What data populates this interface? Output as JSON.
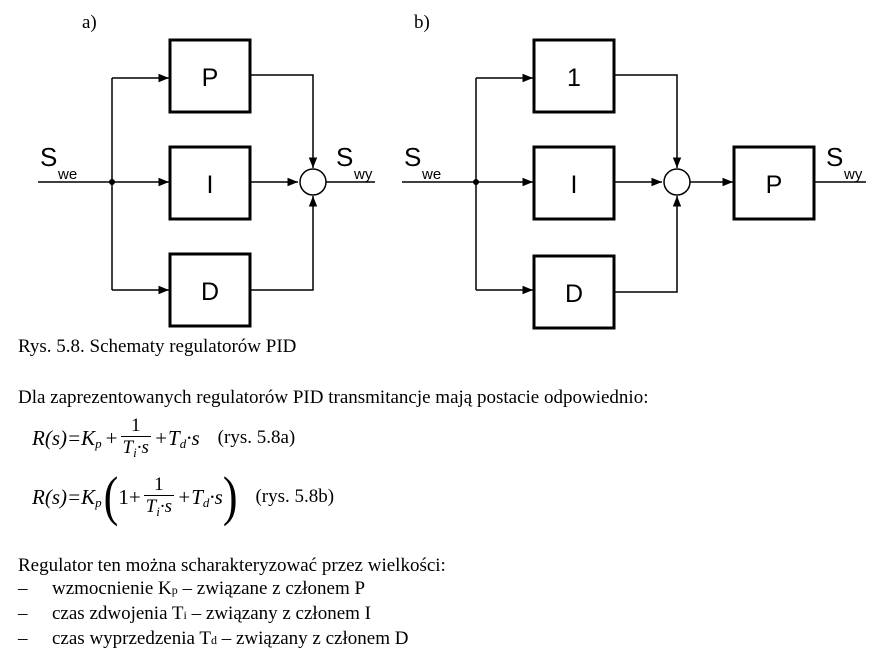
{
  "diagram_a": {
    "label": "a)",
    "input_label": "S",
    "input_sub": "we",
    "output_label": "S",
    "output_sub": "wy",
    "blocks": [
      "P",
      "I",
      "D"
    ]
  },
  "diagram_b": {
    "label": "b)",
    "input_label": "S",
    "input_sub": "we",
    "output_label": "S",
    "output_sub": "wy",
    "blocks": [
      "1",
      "I",
      "D"
    ],
    "gain_block": "P"
  },
  "caption": "Rys. 5.8. Schematy regulatorów PID",
  "intro": "Dla zaprezentowanych regulatorów PID transmitancje mają postacie odpowiednio:",
  "formula_a": {
    "lhs": "R(s)=K",
    "kp_sub": "p",
    "plus1": "+",
    "num": "1",
    "den_t": "T",
    "den_sub": "i",
    "den_rest": "·s",
    "plus2": "+T",
    "td_sub": "d",
    "td_rest": "·s",
    "note": "(rys. 5.8a)"
  },
  "formula_b": {
    "lhs": "R(s)=K",
    "kp_sub": "p",
    "one_plus": "1+",
    "num": "1",
    "den_t": "T",
    "den_sub": "i",
    "den_rest": "·s",
    "plus2": "+T",
    "td_sub": "d",
    "td_rest": "·s",
    "note": "(rys. 5.8b)"
  },
  "params_intro": "Regulator ten można scharakteryzować przez wielkości:",
  "params": [
    {
      "dash": "–",
      "before": "wzmocnienie K",
      "sub": "p",
      "after": " – związane z członem P"
    },
    {
      "dash": "–",
      "before": "czas zdwojenia T",
      "sub": "i",
      "after": " – związany z członem I"
    },
    {
      "dash": "–",
      "before": "czas wyprzedzenia T",
      "sub": "d",
      "after": " – związany z członem D"
    }
  ]
}
